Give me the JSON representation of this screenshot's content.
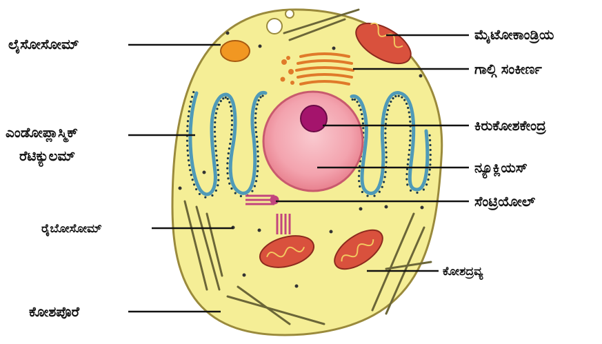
{
  "diagram": {
    "labels": {
      "lysosome": "ಲೈಸೋಸೋಮ್",
      "er_line1": "ಎಂಡೋಪ್ಲಾಸ್ಮಿಕ್",
      "er_line2": "ರೆಟಿಕ್ಯುಲಮ್",
      "ribosome": "ರೈಬೋಸೋಮ್",
      "cell_membrane": "ಕೋಶಪೊರೆ",
      "mitochondria": "ಮೈಟೋಕಾಂಡ್ರಿಯ",
      "golgi": "ಗಾಲ್ಗಿ ಸಂಕೀರ್ಣ",
      "nucleolus": "ಕಿರುಕೋಶಕೇಂದ್ರ",
      "nucleus": "ನ್ಯೂಕ್ಲಿಯಸ್",
      "centriole": "ಸೆಂಟ್ರಿಯೋಲ್",
      "cytoplasm": "ಕೋಶದ್ರವ್ಯ"
    },
    "colors": {
      "cytoplasm": "#f5ee96",
      "membrane": "#9a8a3c",
      "nucleus": "#f3a3ae",
      "nucleolus": "#a4146c",
      "er": "#4f9ab8",
      "mitochondria": "#d9513d",
      "golgi": "#e07a2a",
      "lysosome": "#f19722",
      "microfilament": "#6b6638",
      "centriole": "#c2457d"
    }
  }
}
